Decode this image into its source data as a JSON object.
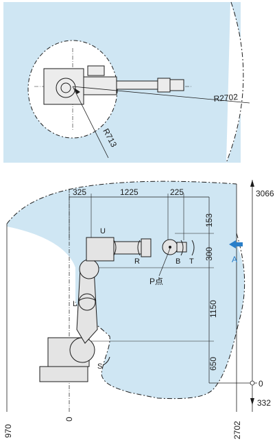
{
  "top_view": {
    "radius_outer_label": "R2702",
    "radius_inner_label": "R713"
  },
  "side_view": {
    "dims_top": [
      "325",
      "1225",
      "225"
    ],
    "dims_right_upper": [
      "153",
      "300"
    ],
    "dims_vertical": [
      "1150",
      "650"
    ],
    "height_label": "3066",
    "zero_label": "0",
    "below_label": "332",
    "view_arrow_label": "A",
    "point_label": "P点",
    "axes": {
      "S": "S",
      "L": "L",
      "U": "U",
      "R": "R",
      "B": "B",
      "T": "T"
    },
    "bottom_labels": [
      "970",
      "0",
      "2702"
    ]
  },
  "colors": {
    "envelope_fill": "#cfe6f3",
    "line": "#1a1a1a",
    "accent": "#2a7fc9"
  }
}
